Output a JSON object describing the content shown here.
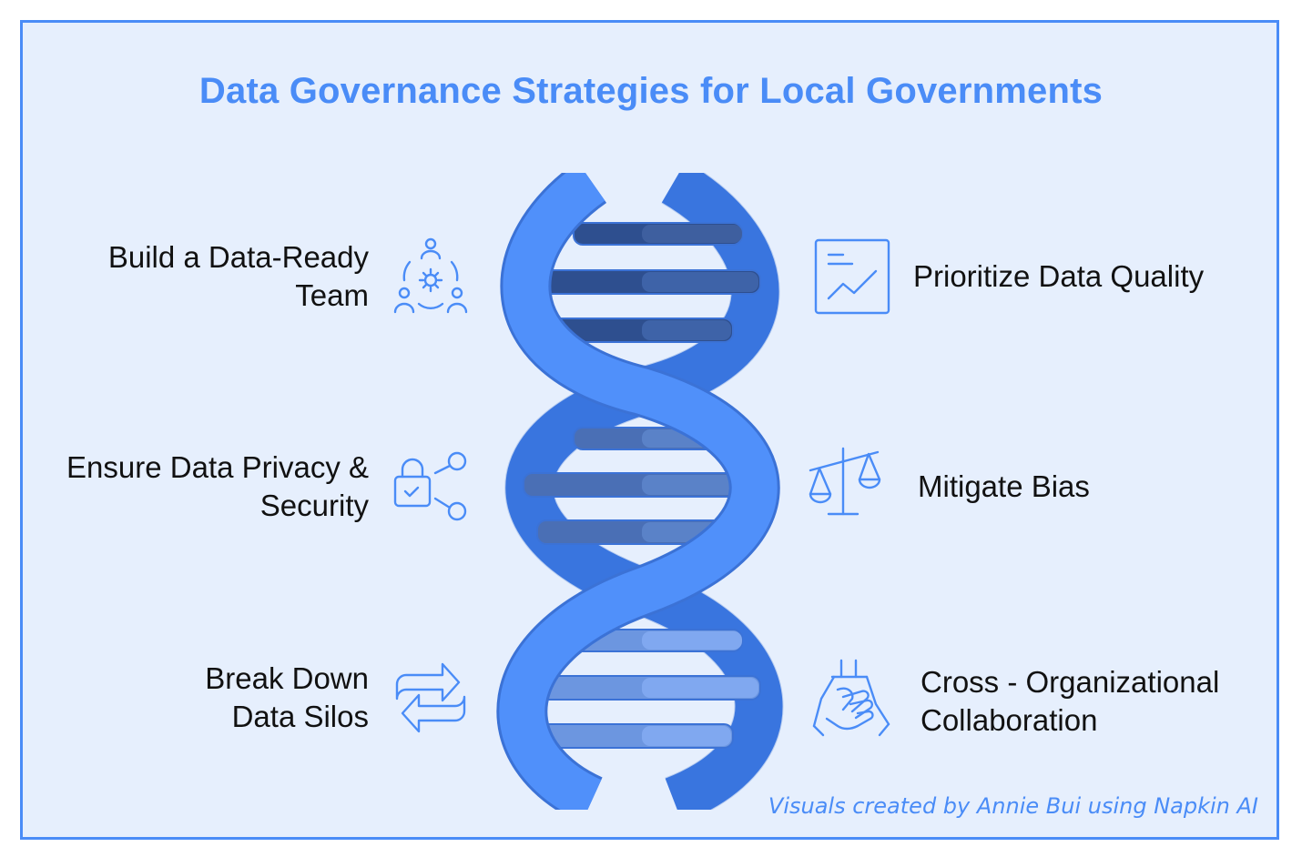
{
  "title": "Data Governance Strategies for Local Governments",
  "credit": "Visuals created by Annie Bui using Napkin AI",
  "colors": {
    "accent": "#4a8cf7",
    "background": "#e6effd",
    "text": "#111111"
  },
  "items": [
    {
      "line1": "Build a Data-Ready",
      "line2": "Team",
      "icon": "team-gear-icon"
    },
    {
      "line1": "Prioritize Data Quality",
      "line2": "",
      "icon": "chart-document-icon"
    },
    {
      "line1": "Ensure Data Privacy &",
      "line2": "Security",
      "icon": "lock-share-icon"
    },
    {
      "line1": "Mitigate Bias",
      "line2": "",
      "icon": "balance-scale-icon"
    },
    {
      "line1": "Break Down",
      "line2": "Data Silos",
      "icon": "exchange-arrows-icon"
    },
    {
      "line1": "Cross - Organizational",
      "line2": "Collaboration",
      "icon": "handshake-icon"
    }
  ]
}
